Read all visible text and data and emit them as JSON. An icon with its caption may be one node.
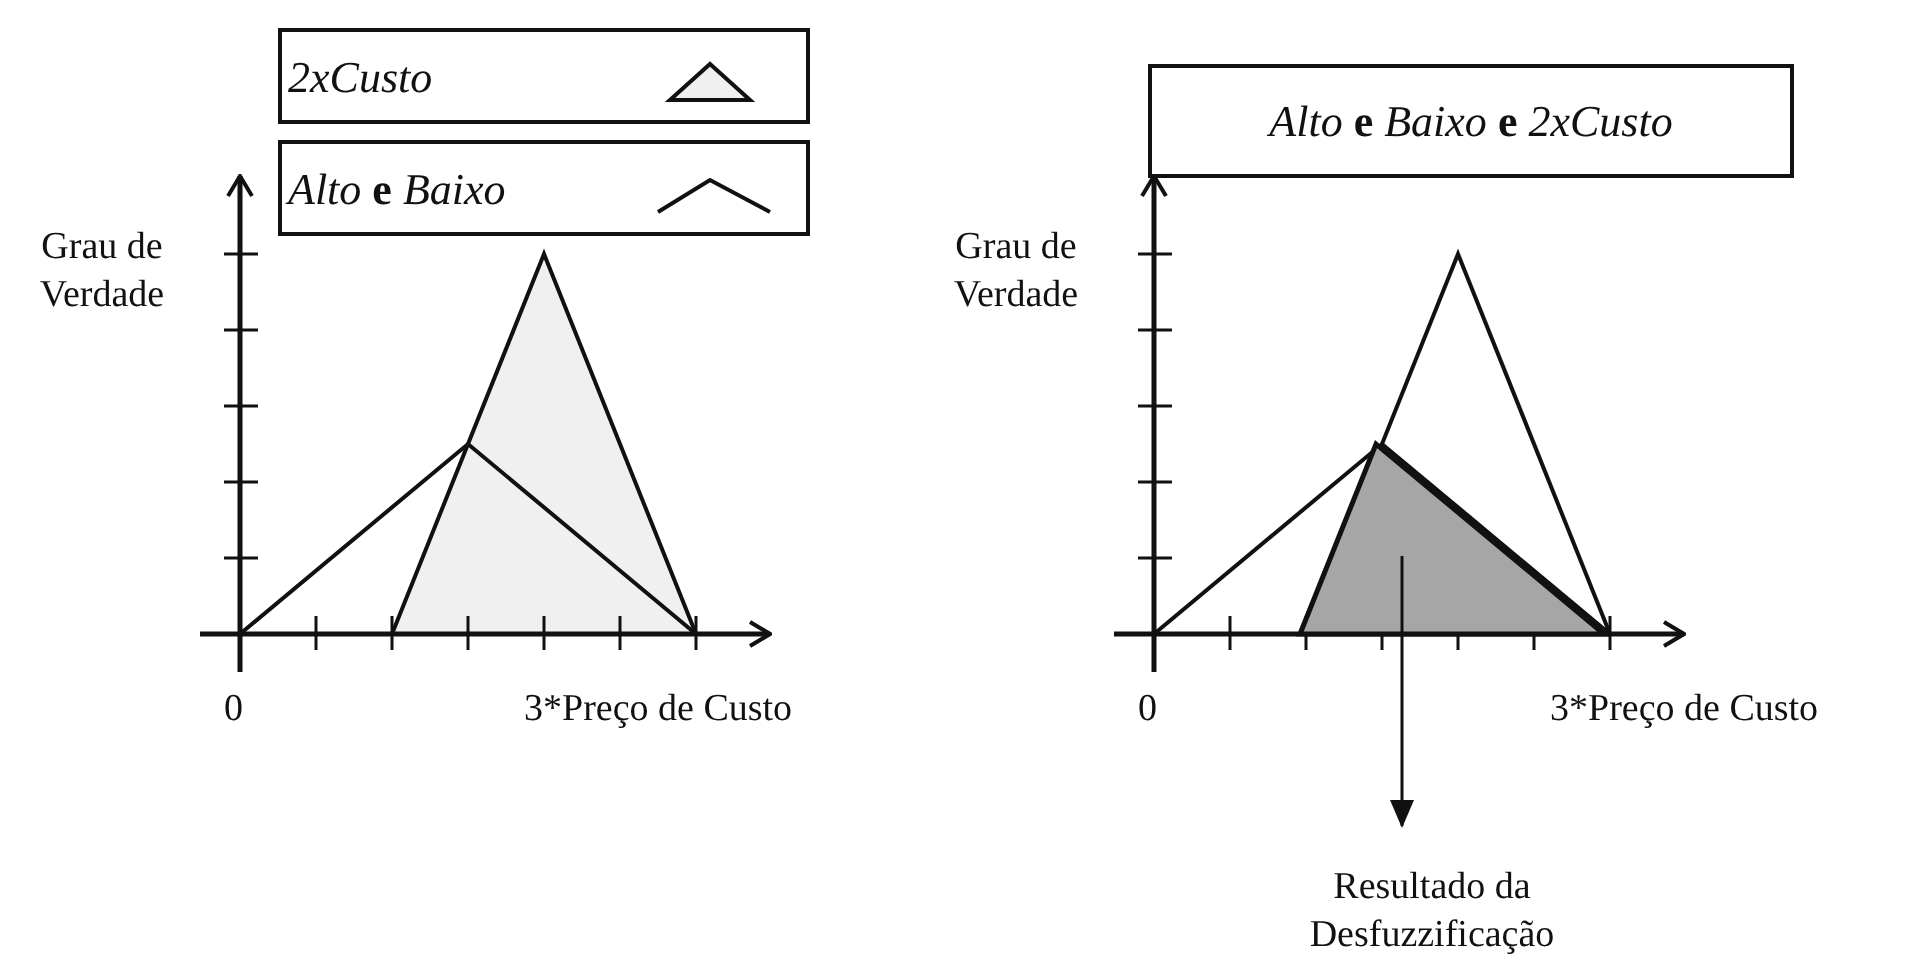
{
  "diagram": {
    "nodes": [
      {
        "text": [],
        "shape": "area"
      },
      {
        "text": [
          "Resultado da Desfuzzificação"
        ]
      }
    ],
    "edges": [
      {
        "from": 0,
        "to": 1,
        "arrow": "to"
      }
    ],
    "labels": [
      "Grau de Verdade",
      "0",
      "3*Preço de Custo",
      "*Alto* **e** *Baixo* **e** *2xCusto*",
      "Grau de Verdade",
      "0",
      "3*Preço de Custo"
    ],
    "legend": [
      {
        "text": "2xCusto"
      },
      {
        "text": "*Alto* **e** *Baixo*"
      }
    ]
  }
}
